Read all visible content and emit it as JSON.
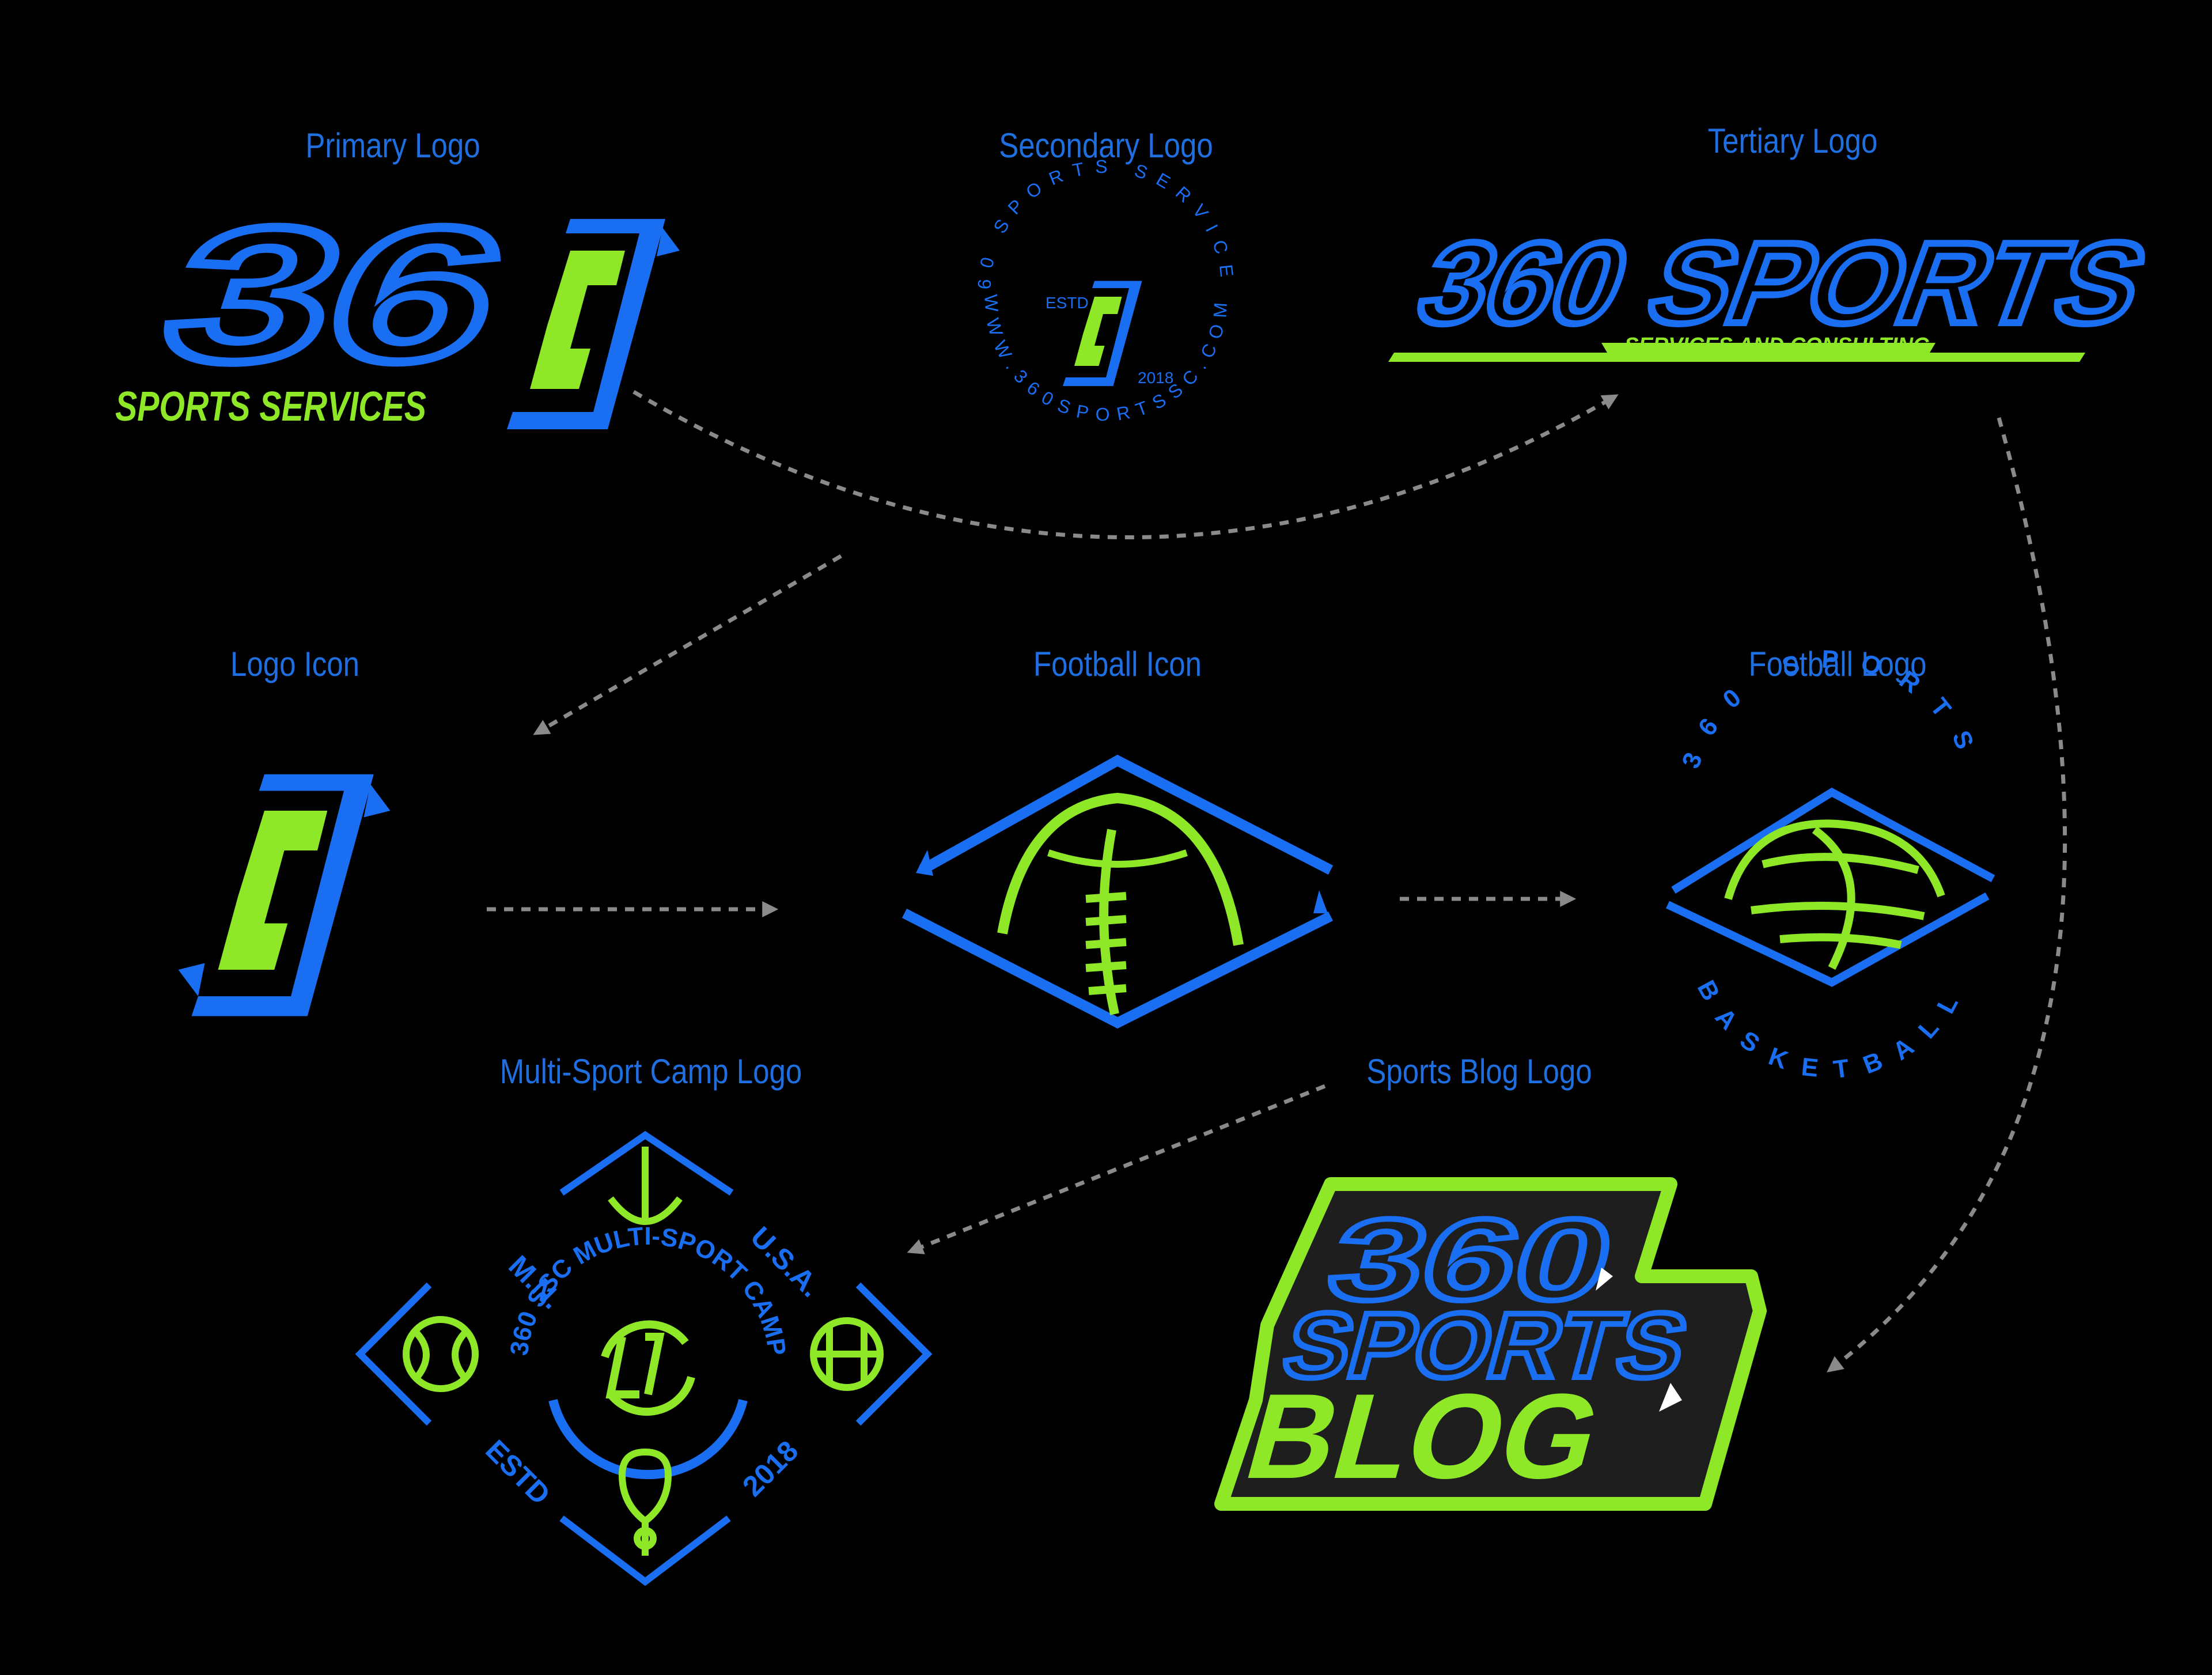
{
  "colors": {
    "background": "#000000",
    "blue": "#1a6ef2",
    "green": "#8fe827",
    "arrow": "#8a8a8a",
    "badge_fill": "#1e1e1e"
  },
  "labels": {
    "primary": "Primary Logo",
    "secondary": "Secondary Logo",
    "tertiary": "Tertiary Logo",
    "logo_icon": "Logo Icon",
    "football_icon": "Football Icon",
    "football_logo": "Football Logo",
    "camp": "Multi-Sport Camp Logo",
    "blog": "Sports Blog Logo"
  },
  "primary_logo": {
    "number": "36",
    "tagline": "SPORTS SERVICES"
  },
  "secondary_logo": {
    "ring_top": "360 SPORTS SERVICES",
    "ring_bottom": "WWW.360SPORTSSC.COM",
    "estd": "ESTD",
    "year": "2018"
  },
  "tertiary_logo": {
    "title": "360 SPORTS",
    "subtitle": "SERVICES AND CONSULTING"
  },
  "football_logo": {
    "top": "360 SPORTS",
    "bottom": "BASKETBALL"
  },
  "camp_logo": {
    "ring": "360 SSC MULTI-SPORT CAMP",
    "left_top": "M.N.",
    "right_top": "U.S.A.",
    "left_bottom": "ESTD",
    "right_bottom": "2018"
  },
  "blog_logo": {
    "line1": "360",
    "line2": "SPORTS",
    "line3": "BLOG"
  },
  "icons": [
    "logo-s-icon",
    "football-icon",
    "basketball-icon",
    "baseball-icon",
    "lacrosse-icon"
  ]
}
